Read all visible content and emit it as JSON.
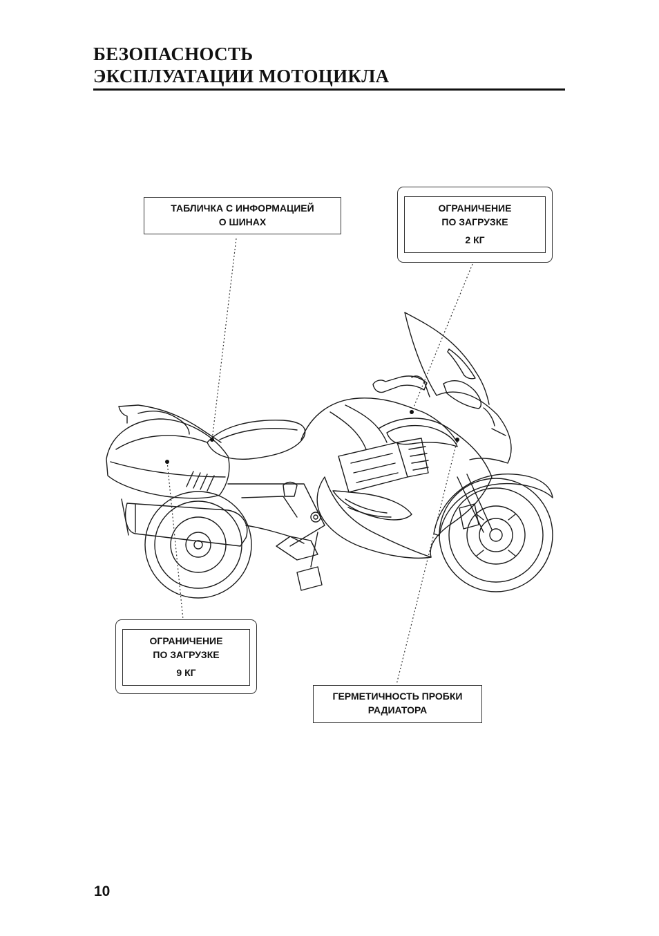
{
  "page": {
    "title_line1": "БЕЗОПАСНОСТЬ",
    "title_line2": "ЭКСПЛУАТАЦИИ МОТОЦИКЛА",
    "page_number": "10"
  },
  "labels": {
    "tire_info": {
      "line1": "ТАБЛИЧКА С ИНФОРМАЦИЕЙ",
      "line2": "О ШИНАХ"
    },
    "load_front": {
      "line1": "ОГРАНИЧЕНИЕ",
      "line2": "ПО ЗАГРУЗКЕ",
      "line3": "2 КГ"
    },
    "load_rear": {
      "line1": "ОГРАНИЧЕНИЕ",
      "line2": "ПО ЗАГРУЗКЕ",
      "line3": "9 КГ"
    },
    "radiator_cap": {
      "line1": "ГЕРМЕТИЧНОСТЬ ПРОБКИ",
      "line2": "РАДИАТОРА"
    }
  }
}
